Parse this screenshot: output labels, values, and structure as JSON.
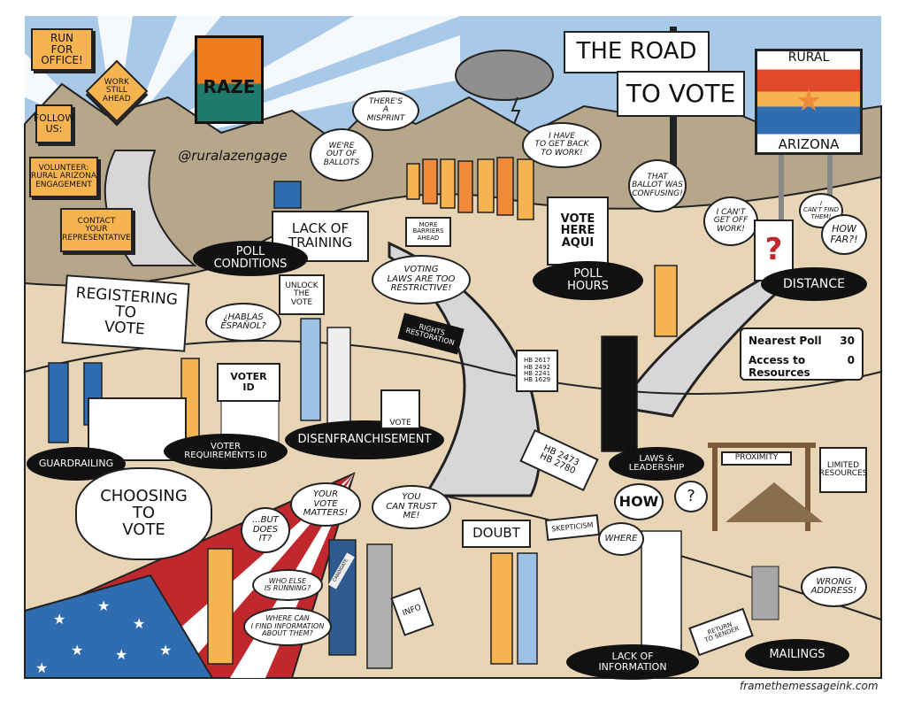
{
  "title": {
    "line1": "The Road",
    "line2": "To Vote"
  },
  "logo": {
    "text": "RAZE",
    "handle": "@ruralazengage"
  },
  "state_sign": {
    "top": "Rural",
    "bottom": "Arizona"
  },
  "signposts": [
    "Run\nfor\nOffice!",
    "Follow\nUs:",
    "Volunteer:\nRural Arizona\nEngagement",
    "Contact\nYour\nRepresentative"
  ],
  "work_sign": "Work\nStill\nAhead",
  "labels": {
    "poll_conditions": "Poll\nConditions",
    "lack_training": "Lack of\nTraining",
    "more_barriers": "More\nBarriers\nAhead",
    "poll_hours": "Poll\nHours",
    "distance": "Distance",
    "registering": "Registering\nto\nVote",
    "guardrailing": "Guardrailing",
    "voter_requirements": "Voter\nRequirements   ID",
    "voter_id": "Voter\nID",
    "unlock": "Unlock\nthe\nVote",
    "disenfranchisement": "Disenfranchisement",
    "rights": "Rights\nRestoration",
    "ballot_box": "Vote",
    "laws": "Laws &\nLeadership",
    "hb_list": "HB 2617\nHB 2492\nHB 2241\nHB 1629",
    "hb_paper": "HB 2473\nHB 2780",
    "choosing": "Choosing\nto\nVote",
    "doubt": "Doubt",
    "skepticism": "Skepticism",
    "lack_info": "Lack of\nInformation",
    "proximity": "Proximity",
    "limited": "Limited\nResources",
    "mailings": "Mailings",
    "return": "Return\nto Sender",
    "info": "Info",
    "vote_here": "Vote\nHere\nAqui",
    "sash": "Candidate"
  },
  "bubbles": {
    "ballots": "We're\nout of\nballots",
    "misprint": "There's\na\nmisprint",
    "work": "I have\nto get back\nto work!",
    "confusing": "That\nballot was\nconfusing!",
    "off_work": "I can't\nget off\nwork!",
    "find": "I\ncan't find\nthem!",
    "far": "How\nfar?!",
    "laws": "Voting\nlaws are too\nrestrictive!",
    "espanol": "¿Hablas\nEspañol?",
    "does_it": "...But\ndoes\nit?",
    "matters": "Your\nvote\nmatters!",
    "trust": "You\ncan trust\nme!",
    "running": "Who else\nis running?",
    "where_info": "Where can\nI find information\nabout them?",
    "how": "How",
    "q": "?",
    "where": "Where",
    "wrong": "Wrong\naddress!"
  },
  "road_sign": {
    "row1_label": "Nearest Poll",
    "row1_value": "30",
    "row2_label": "Access to Resources",
    "row2_value": "0"
  },
  "credit": "framethemessageink.com",
  "colors": {
    "sky": "#a9c9e8",
    "mountain": "#b6a68a",
    "ground": "#e8d5b5",
    "road": "#d9d6da",
    "orange": "#f5b450",
    "red": "#c0282d",
    "blue": "#2f6db0"
  }
}
